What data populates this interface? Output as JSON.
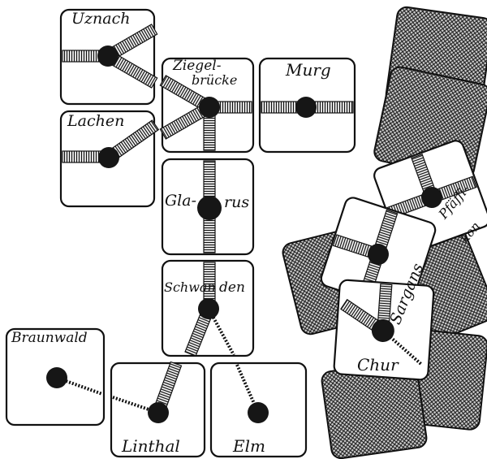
{
  "labels": {
    "uznach": "Uznach",
    "ziegelbruecke_1": "Ziegel-",
    "ziegelbruecke_2": "brücke",
    "murg": "Murg",
    "lachen": "Lachen",
    "glarus_1": "Gla-",
    "glarus_2": "rus",
    "schwanden_1": "Schwan",
    "schwanden_2": "den",
    "braunwald": "Braunwald",
    "linthal": "Linthal",
    "elm": "Elm",
    "pfaeffikon_1": "Pfäffi-",
    "pfaeffikon_2": "kon",
    "sargans": "Sargans",
    "chur": "Chur"
  },
  "colors": {
    "card_border": "#111111",
    "card_fill": "#ffffff",
    "dot": "#161616",
    "facedown": "#4a4a4a"
  }
}
